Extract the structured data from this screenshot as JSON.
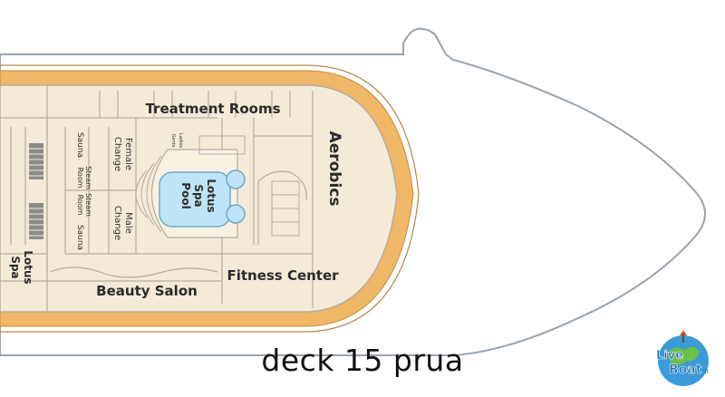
{
  "map": {
    "caption": "deck 15 prua",
    "areas": {
      "treatment_rooms": "Treatment Rooms",
      "aerobics": "Aerobics",
      "fitness_center": "Fitness Center",
      "beauty_salon": "Beauty Salon",
      "lotus_spa_pool": [
        "Lotus",
        "Spa",
        "Pool"
      ],
      "lotus_spa": [
        "Lotus",
        "Spa"
      ],
      "female_change": [
        "Female",
        "Change"
      ],
      "male_change": [
        "Male",
        "Change"
      ],
      "sauna_top": "Sauna",
      "steam_room_top": [
        "Steam",
        "Room"
      ],
      "steam_room_bottom": [
        "Steam",
        "Room"
      ],
      "sauna_bottom": "Sauna",
      "ladies": [
        "Ladies"
      ],
      "gents": [
        "Gents"
      ]
    },
    "colors": {
      "deck_floor": "#f3ead8",
      "hull_outline": "#9aa3ad",
      "teak_rail": "#f0b766",
      "walls": "#b8ad9c",
      "pool_water": "#bfe4f5"
    }
  },
  "logo": {
    "brand_text": "Live Boat.it"
  }
}
